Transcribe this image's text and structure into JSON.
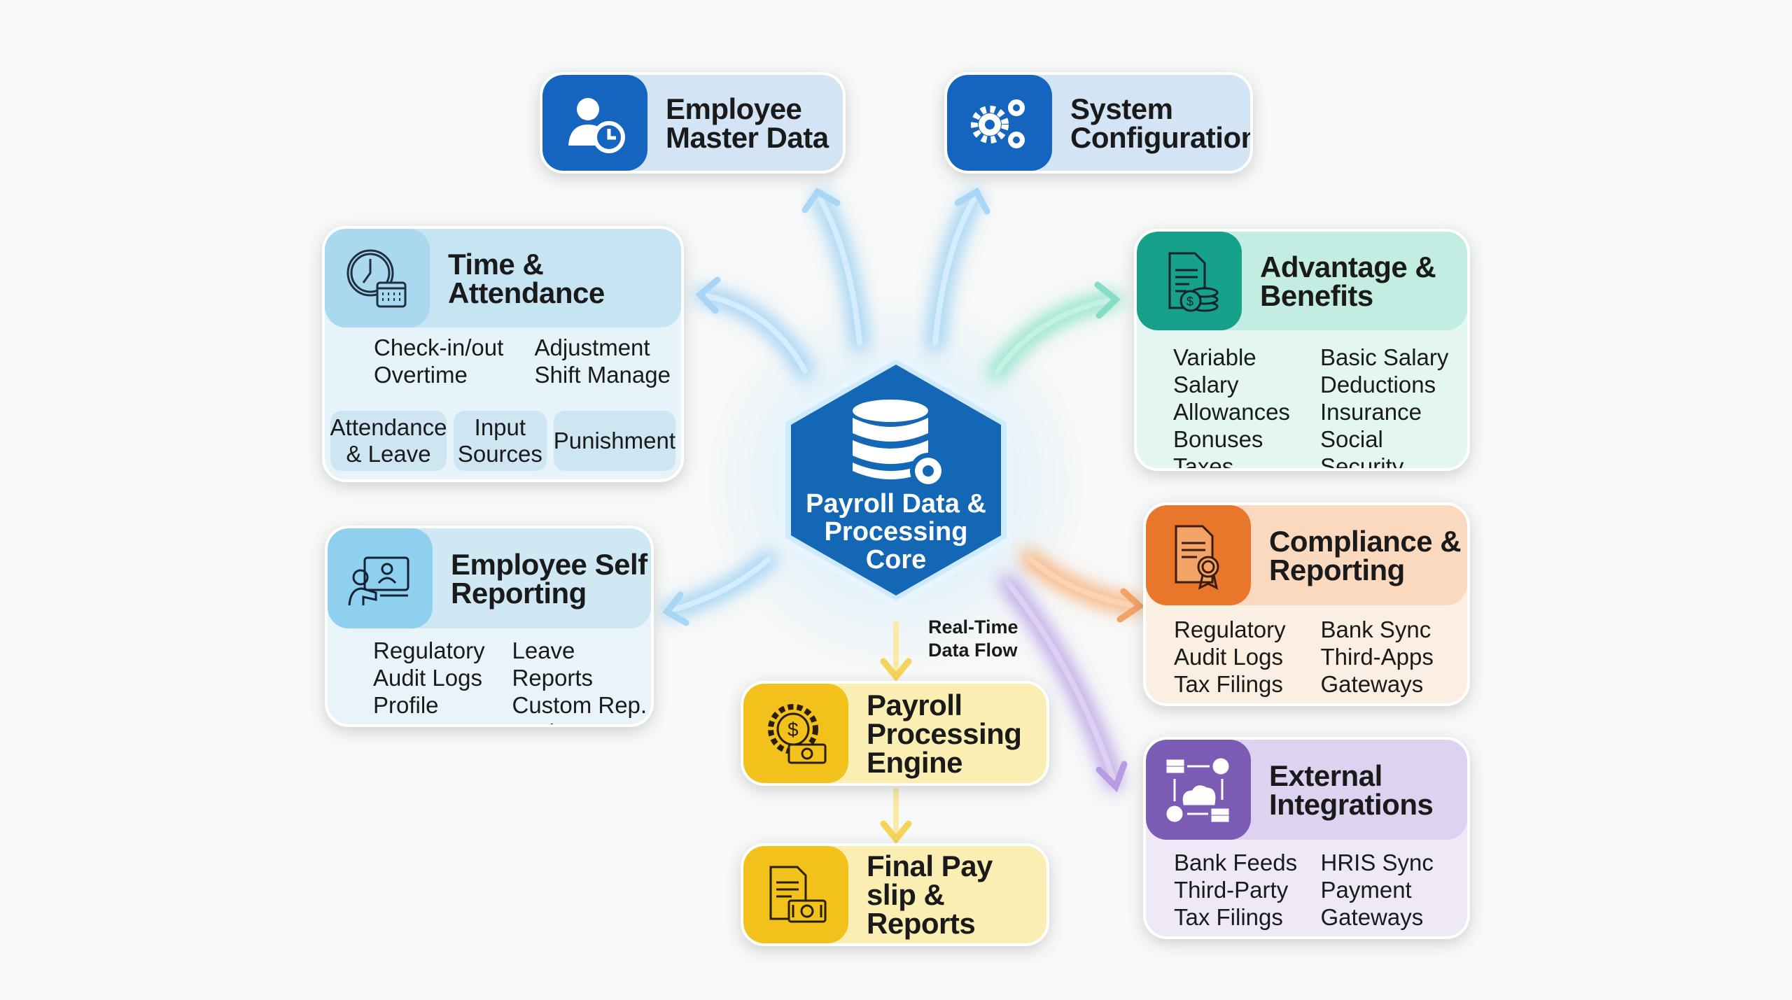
{
  "core": {
    "title_lines": [
      "Payroll Data &",
      "Processing",
      "Core"
    ],
    "icon": "database-gear-icon"
  },
  "flow_label": [
    "Real-Time",
    "Data Flow"
  ],
  "employee_master": {
    "title": [
      "Employee",
      "Master Data"
    ],
    "icon": "user-clock-icon",
    "color": "#1565c0"
  },
  "system_config": {
    "title": [
      "System",
      "Configuration"
    ],
    "icon": "gears-icon",
    "color": "#1565c0"
  },
  "time_attendance": {
    "title": "Time & Attendance",
    "icon": "clock-calendar-icon",
    "color": "#a9d8ef",
    "items_left": [
      "Check-in/out",
      "Overtime"
    ],
    "items_right": [
      "Adjustment",
      "Shift Manage"
    ],
    "chips": [
      [
        "Attendance",
        "& Leave"
      ],
      [
        "Input",
        "Sources"
      ],
      [
        "Punishment"
      ]
    ]
  },
  "advantage_benefits": {
    "title": [
      "Advantage &",
      "Benefits"
    ],
    "icon": "document-coins-icon",
    "color": "#17a08a",
    "items_left": [
      "Variable Salary",
      "Allowances",
      "Bonuses",
      "Taxes"
    ],
    "items_right": [
      "Basic Salary",
      "Deductions",
      "Insurance",
      "Social Security"
    ]
  },
  "employee_self": {
    "title": [
      "Employee Self",
      "Reporting"
    ],
    "icon": "user-monitor-icon",
    "color": "#8fd0ee",
    "items_left": [
      "Regulatory",
      "Audit Logs",
      "Profile"
    ],
    "items_right": [
      "Leave Reports",
      "Custom Rep.",
      "Update"
    ]
  },
  "compliance": {
    "title": [
      "Compliance &",
      "Reporting"
    ],
    "icon": "certificate-icon",
    "color": "#e8772c",
    "items_left": [
      "Regulatory",
      "Audit Logs",
      "Tax Filings"
    ],
    "items_right": [
      "Bank Sync",
      "Third-Apps",
      "Gateways"
    ]
  },
  "external": {
    "title": [
      "External",
      "Integrations"
    ],
    "icon": "cloud-network-icon",
    "color": "#7c5bb5",
    "items_left": [
      "Bank Feeds",
      "Third-Party",
      "Tax Filings"
    ],
    "items_right": [
      "HRIS Sync",
      "Payment",
      "Gateways"
    ]
  },
  "engine": {
    "title": [
      "Payroll",
      "Processing",
      "Engine"
    ],
    "icon": "gear-money-icon",
    "color": "#f2c11c"
  },
  "final": {
    "title": [
      "Final Pay",
      "slip & Reports"
    ],
    "icon": "payslip-icon",
    "color": "#f2c11c"
  }
}
